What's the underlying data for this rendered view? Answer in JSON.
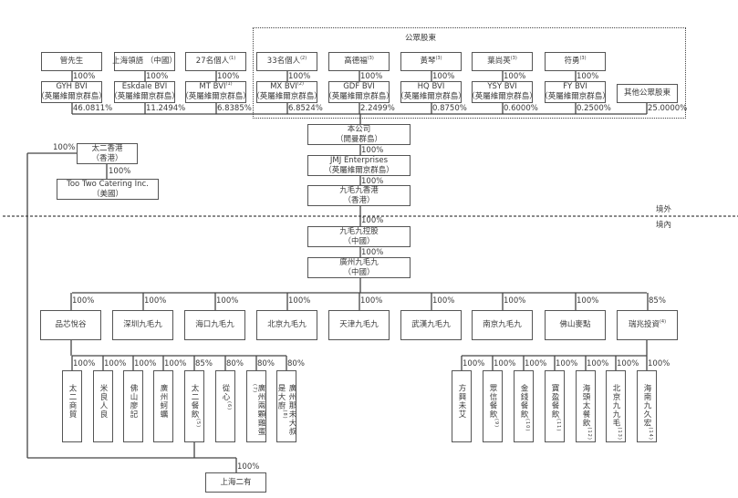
{
  "public_shareholders_label": "公眾股東",
  "offshore_label": "境外",
  "onshore_label": "境內",
  "top_owners": [
    {
      "name": "管先生",
      "sup": "",
      "pct": "100%"
    },
    {
      "name": "上海領語 （中國）",
      "sup": "",
      "pct": "100%"
    },
    {
      "name": "27名個人",
      "sup": "(1)",
      "pct": "100%"
    },
    {
      "name": "33名個人",
      "sup": "(2)",
      "pct": "100%"
    },
    {
      "name": "高德福",
      "sup": "(3)",
      "pct": "100%"
    },
    {
      "name": "黃琴",
      "sup": "(3)",
      "pct": "100%"
    },
    {
      "name": "葉尚英",
      "sup": "(3)",
      "pct": "100%"
    },
    {
      "name": "符勇",
      "sup": "(3)",
      "pct": "100%"
    }
  ],
  "bvi_holdcos": [
    {
      "name": "GYH BVI",
      "sup": "",
      "sub": "（英屬維爾京群島）",
      "pct": "46.0811%"
    },
    {
      "name": "Eskdale BVI",
      "sup": "",
      "sub": "（英屬維爾京群島）",
      "pct": "11.2494%"
    },
    {
      "name": "MT BVI",
      "sup": "(1)",
      "sub": "（英屬維爾京群島）",
      "pct": "6.8385%"
    },
    {
      "name": "MX BVI",
      "sup": "(2)",
      "sub": "（英屬維爾京群島）",
      "pct": "6.8524%"
    },
    {
      "name": "GDF BVI",
      "sup": "",
      "sub": "（英屬維爾京群島）",
      "pct": "2.2499%"
    },
    {
      "name": "HQ BVI",
      "sup": "",
      "sub": "（英屬維爾京群島）",
      "pct": "0.8750%"
    },
    {
      "name": "YSY BVI",
      "sup": "",
      "sub": "（英屬維爾京群島）",
      "pct": "0.6000%"
    },
    {
      "name": "FY BVI",
      "sup": "",
      "sub": "（英屬維爾京群島）",
      "pct": "0.2500%"
    }
  ],
  "other_public": {
    "name": "其他公眾股東",
    "pct": "25.0000%"
  },
  "chain": [
    {
      "name": "本公司",
      "sub": "（開曼群島）",
      "pct": "100%"
    },
    {
      "name": "JMJ Enterprises",
      "sub": "（英屬維爾京群島）",
      "pct": "100%"
    },
    {
      "name": "九毛九香港",
      "sub": "（香港）",
      "pct": "100%"
    },
    {
      "name": "九毛九控股",
      "sub": "（中國）",
      "pct": "100%"
    },
    {
      "name": "廣州九毛九",
      "sub": "（中國）",
      "pct": ""
    }
  ],
  "taier_hk": {
    "name": "太二香港",
    "sub": "（香港）",
    "pct": "100%"
  },
  "too_two": {
    "name": "Too Two Catering Inc.",
    "sub": "（美國）",
    "pct": "100%"
  },
  "subsidiaries": [
    {
      "name": "品芯悅谷",
      "sup": "",
      "pct": "100%"
    },
    {
      "name": "深圳九毛九",
      "sup": "",
      "pct": "100%"
    },
    {
      "name": "海口九毛九",
      "sup": "",
      "pct": "100%"
    },
    {
      "name": "北京九毛九",
      "sup": "",
      "pct": "100%"
    },
    {
      "name": "天津九毛九",
      "sup": "",
      "pct": "100%"
    },
    {
      "name": "武漢九毛九",
      "sup": "",
      "pct": "100%"
    },
    {
      "name": "南京九毛九",
      "sup": "",
      "pct": "100%"
    },
    {
      "name": "佛山麥點",
      "sup": "",
      "pct": "100%"
    },
    {
      "name": "瑞兆投資",
      "sup": "(4)",
      "pct": "85%"
    }
  ],
  "left_leaves": [
    {
      "name": "太二商貿",
      "sup": "",
      "pct": "100%"
    },
    {
      "name": "米良人良",
      "sup": "",
      "pct": "100%"
    },
    {
      "name": "佛山廖記",
      "sup": "",
      "pct": "100%"
    },
    {
      "name": "廣州蚵蠣",
      "sup": "",
      "pct": "100%"
    },
    {
      "name": "太二餐飲",
      "sup": "(5)",
      "pct": "85%"
    },
    {
      "name": "從心",
      "sup": "(6)",
      "pct": "80%"
    },
    {
      "name": "廣州兩顆雞蛋",
      "sup": "(7)",
      "pct": "80%"
    },
    {
      "name": "廣州那未大叔是大廚",
      "sup": "(8)",
      "pct": "80%"
    }
  ],
  "right_leaves": [
    {
      "name": "方興未艾",
      "sup": "",
      "pct": "100%"
    },
    {
      "name": "眾信餐飲",
      "sup": "(9)",
      "pct": "100%"
    },
    {
      "name": "金錢餐飲",
      "sup": "(10)",
      "pct": "100%"
    },
    {
      "name": "寶盈餐飲",
      "sup": "(11)",
      "pct": "100%"
    },
    {
      "name": "海頭太餐飲",
      "sup": "(12)",
      "pct": "100%"
    },
    {
      "name": "北京九九毛",
      "sup": "(13)",
      "pct": "100%"
    },
    {
      "name": "海南九久宏",
      "sup": "(14)",
      "pct": "100%"
    }
  ],
  "shanghai_eryou": {
    "name": "上海二有",
    "pct": "100%"
  }
}
